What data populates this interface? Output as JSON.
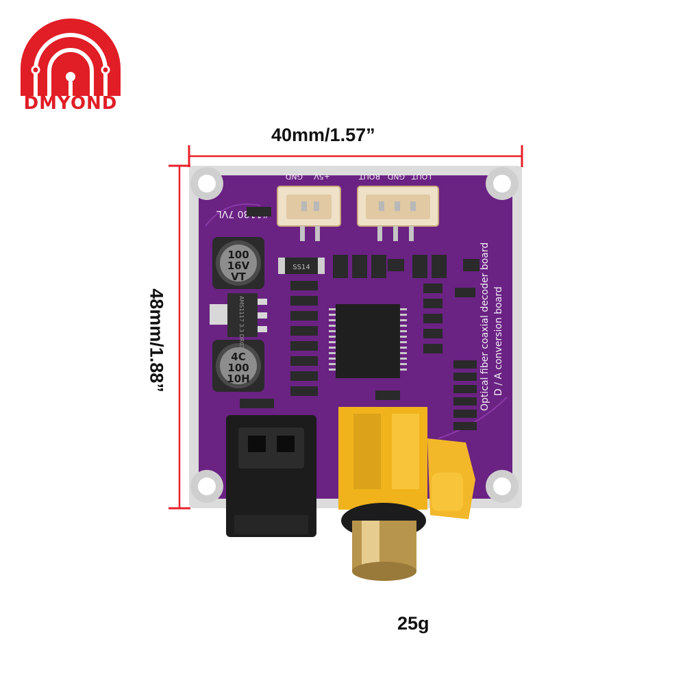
{
  "brand": {
    "name": "DMYOND",
    "color": "#e11d26"
  },
  "dimensions": {
    "width_label": "40mm/1.57”",
    "height_label": "48mm/1.88”",
    "line_color": "#e8202a"
  },
  "weight_label": "25g",
  "board": {
    "color": "#6a2283",
    "silkscreen": {
      "model": "#1180 7VL",
      "title_line1": "Optical fiber coaxial decoder board",
      "title_line2": "D / A conversion board",
      "power_pins": [
        "GND",
        "+5V"
      ],
      "audio_pins": [
        "ROUT",
        "GND",
        "LOUT"
      ],
      "diode_label": "SS14"
    },
    "capacitor_top": {
      "line1": "100",
      "line2": "16V",
      "line3": "VT"
    },
    "capacitor_bottom": {
      "line1": "4C",
      "line2": "100",
      "line3": "10H"
    },
    "regulator_label": "AMS1117 3.3 DR03"
  }
}
